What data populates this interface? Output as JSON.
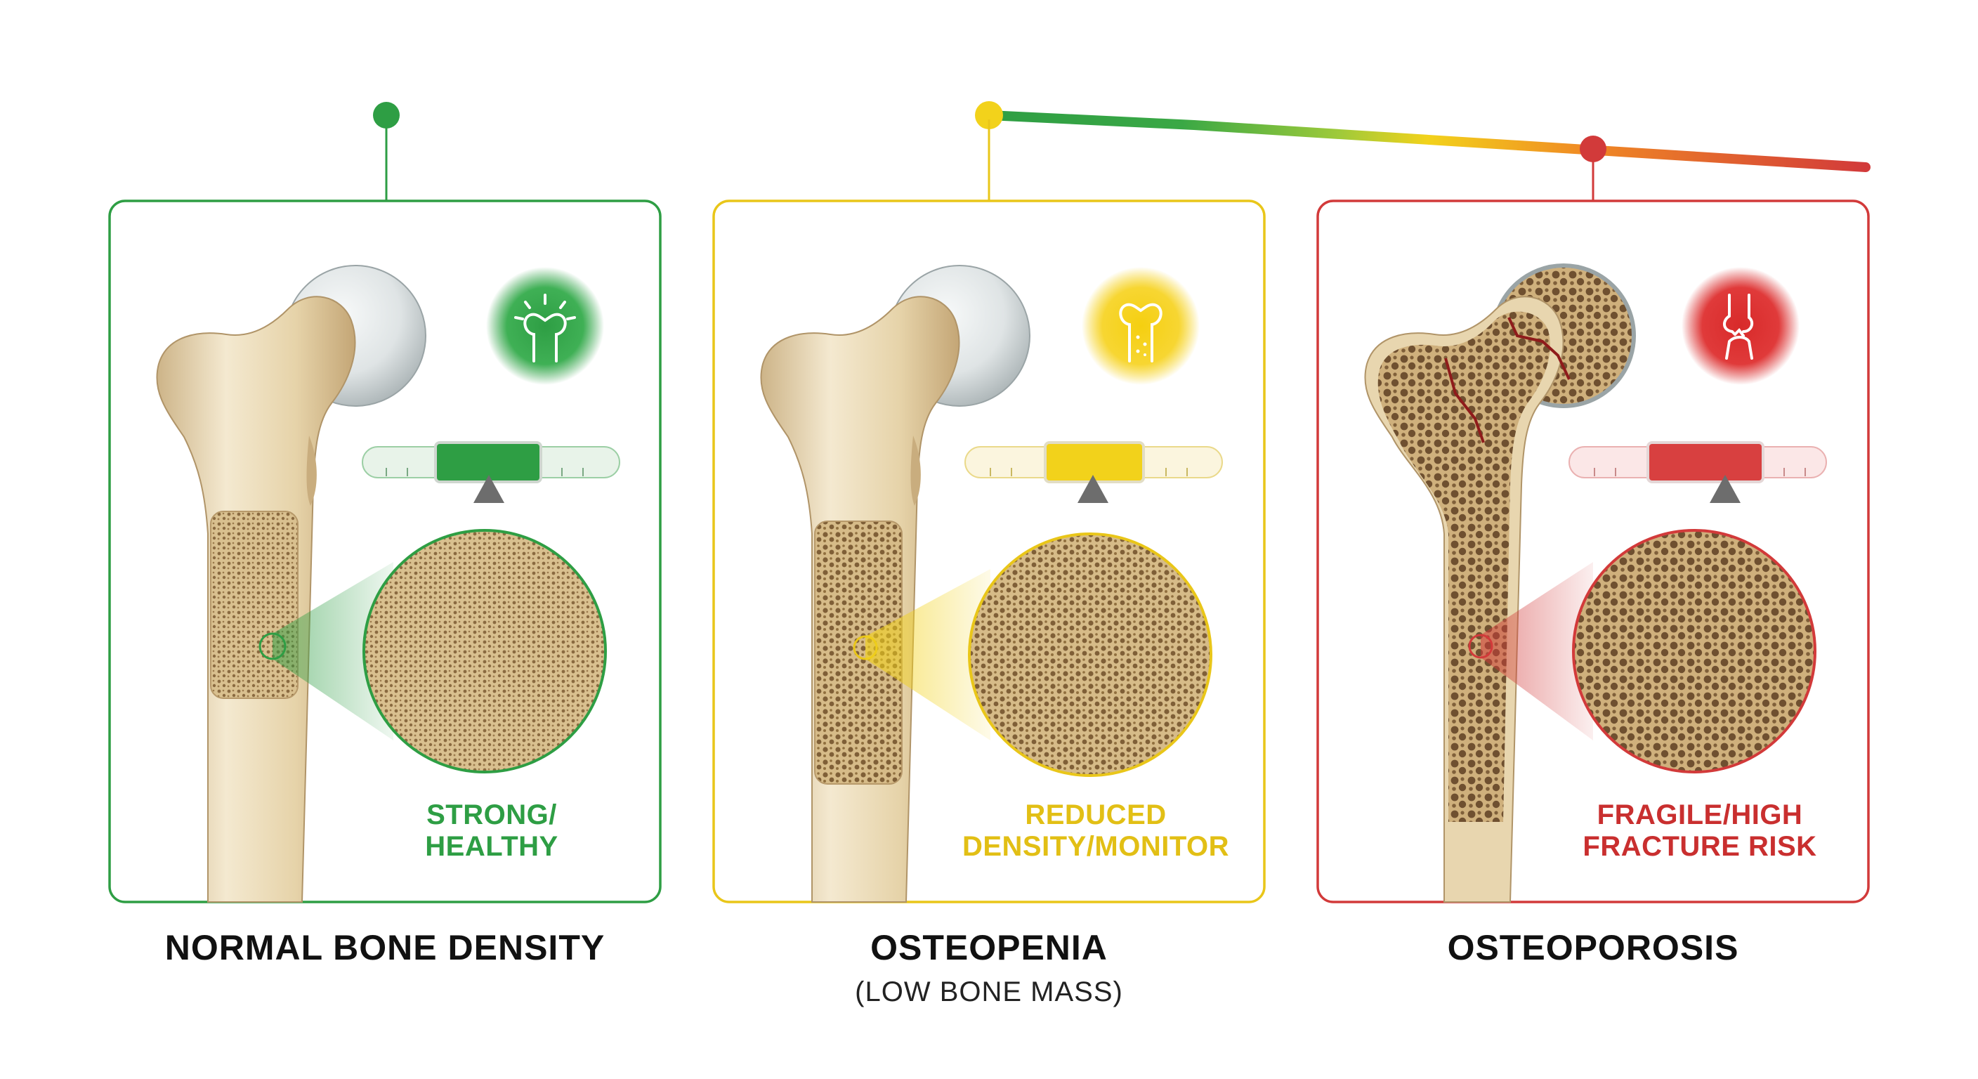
{
  "stages": [
    {
      "key": "normal",
      "title": "NORMAL BONE DENSITY",
      "subtitle": "",
      "status_line1": "STRONG/",
      "status_line2": "HEALTHY",
      "accent": "#2e9e44",
      "accent_light": "#b8e2bf",
      "icon": "glowing-bone-icon",
      "density_level": "high",
      "fractured": false
    },
    {
      "key": "osteopenia",
      "title": "OSTEOPENIA",
      "subtitle": "(LOW BONE MASS)",
      "status_line1": "REDUCED",
      "status_line2": "DENSITY/MONITOR",
      "accent": "#e9c619",
      "accent_light": "#f7ebb0",
      "icon": "porous-bone-icon",
      "density_level": "reduced",
      "fractured": false
    },
    {
      "key": "osteoporosis",
      "title": "OSTEOPOROSIS",
      "subtitle": "",
      "status_line1": "FRAGILE/HIGH",
      "status_line2": "FRACTURE RISK",
      "accent": "#d23a3a",
      "accent_light": "#f4c3c3",
      "icon": "broken-joint-icon",
      "density_level": "low",
      "fractured": true
    }
  ],
  "timeline": {
    "colors": [
      "#2e9e44",
      "#8cc63f",
      "#f2d21b",
      "#f08a24",
      "#d23a3a"
    ]
  },
  "colors": {
    "bone_light": "#f3e7cc",
    "bone_mid": "#e3cfa4",
    "bone_dark": "#b99b6c",
    "marrow": "#9e7b4c",
    "cartilage": "#dfe3e4"
  }
}
